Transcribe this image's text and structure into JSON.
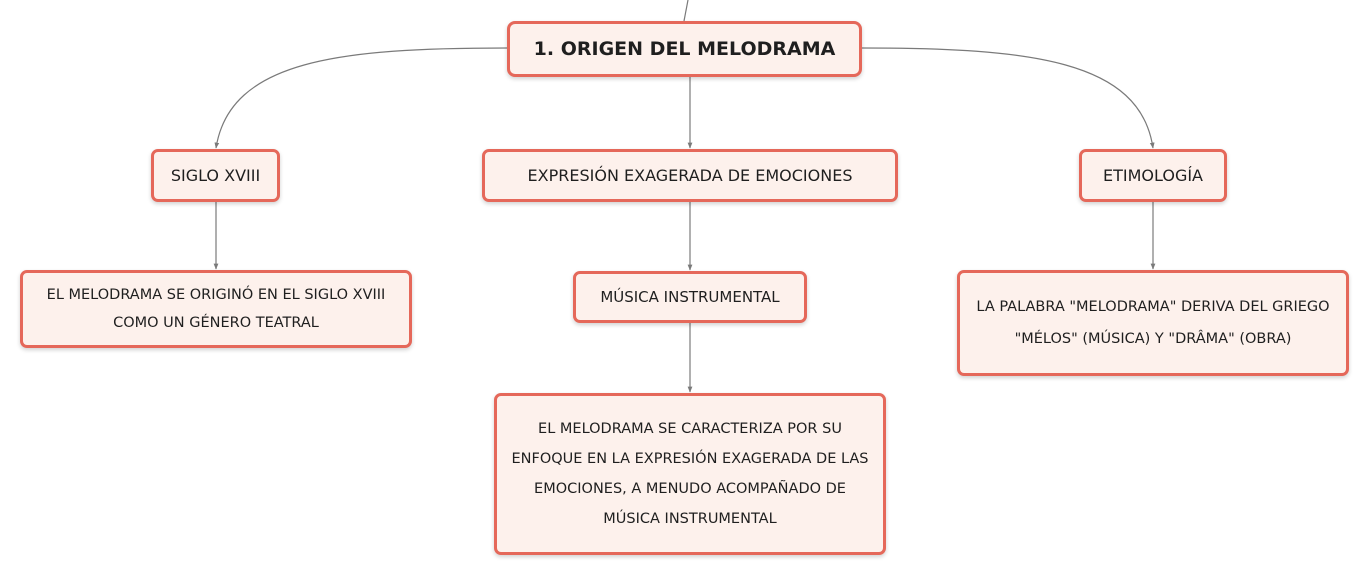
{
  "root": {
    "label": "1. ORIGEN DEL MELODRAMA"
  },
  "branches": {
    "siglo": {
      "label": "SIGLO XVIII",
      "detail": "EL MELODRAMA SE ORIGINÓ EN EL SIGLO XVIII COMO UN GÉNERO TEATRAL"
    },
    "expresion": {
      "label": "EXPRESIÓN EXAGERADA DE EMOCIONES",
      "sub": "MÚSICA INSTRUMENTAL",
      "detail": "EL MELODRAMA SE CARACTERIZA POR SU ENFOQUE EN LA EXPRESIÓN EXAGERADA DE LAS EMOCIONES, A MENUDO ACOMPAÑADO DE MÚSICA INSTRUMENTAL"
    },
    "etimologia": {
      "label": "ETIMOLOGÍA",
      "detail": "LA PALABRA \"MELODRAMA\" DERIVA DEL GRIEGO \"MÉLOS\" (MÚSICA) Y \"DRÂMA\" (OBRA)"
    }
  },
  "colors": {
    "node_border": "#e5685a",
    "node_fill": "#fdf1ec",
    "connector": "#7a7a7a"
  }
}
